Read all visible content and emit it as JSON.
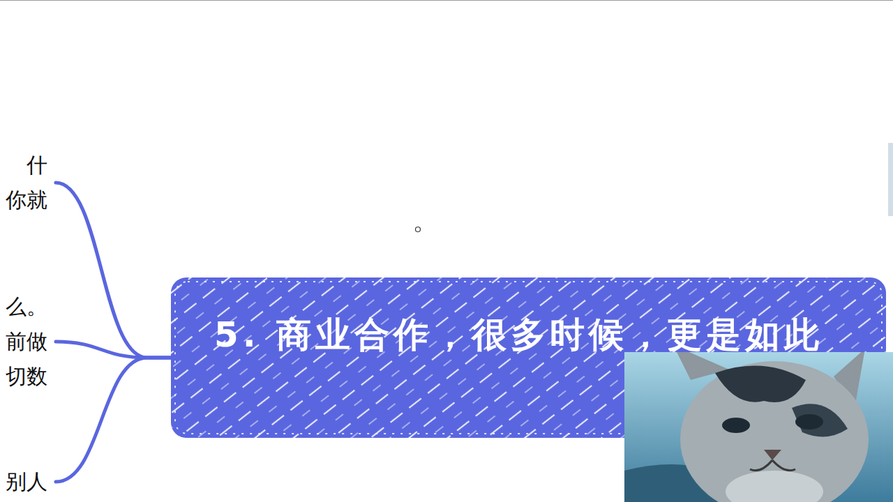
{
  "diagram": {
    "nodes": [
      {
        "text": [
          "什 你就"
        ]
      },
      {
        "text": [
          "么。 前做 切数"
        ]
      },
      {
        "text": [
          "5. 商业合作，很多时候，更是如此"
        ]
      },
      {
        "text": [
          "别人"
        ]
      }
    ],
    "edges": [
      {
        "from": 2,
        "to": 0,
        "arrow": "none"
      },
      {
        "from": 2,
        "to": 1,
        "arrow": "none"
      },
      {
        "from": 2,
        "to": 3,
        "arrow": "none"
      }
    ]
  }
}
